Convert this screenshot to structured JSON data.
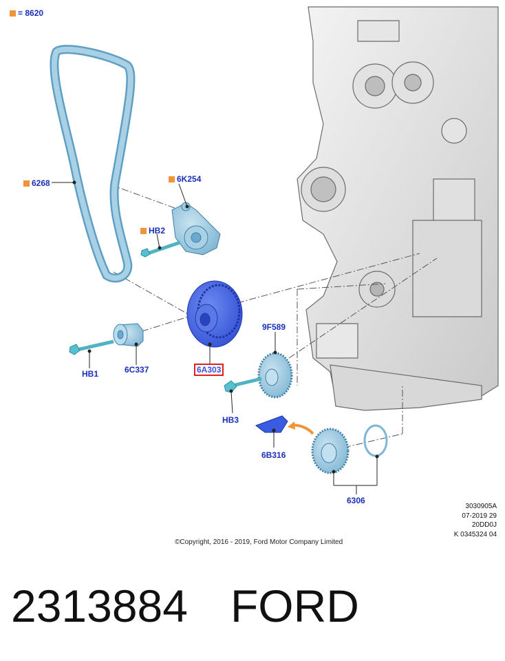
{
  "legend": {
    "swatch_color": "#f0943a",
    "text": "= 8620"
  },
  "labels": {
    "belt": "6268",
    "tensioner": "6K254",
    "tensioner_bolt": "HB2",
    "bolt_hb1": "HB1",
    "spacer": "6C337",
    "crank_pulley": "6A303",
    "gear_9f589": "9F589",
    "bolt_hb3": "HB3",
    "key": "6B316",
    "crank_gear": "6306"
  },
  "meta": {
    "line1": "3030905A",
    "line2": "07-2019 29",
    "line3": "20DD0J",
    "line4": "K 0345324 04"
  },
  "copyright": "©Copyright, 2016 - 2019, Ford Motor Company Limited",
  "part_number": "2313884",
  "brand": "FORD",
  "colors": {
    "label_blue": "#1a2fb8",
    "part_light_blue": "#8fc3dd",
    "part_dark_blue": "#3a5ce0",
    "highlight_red": "#e0201b",
    "arrow_orange": "#f0943a"
  }
}
